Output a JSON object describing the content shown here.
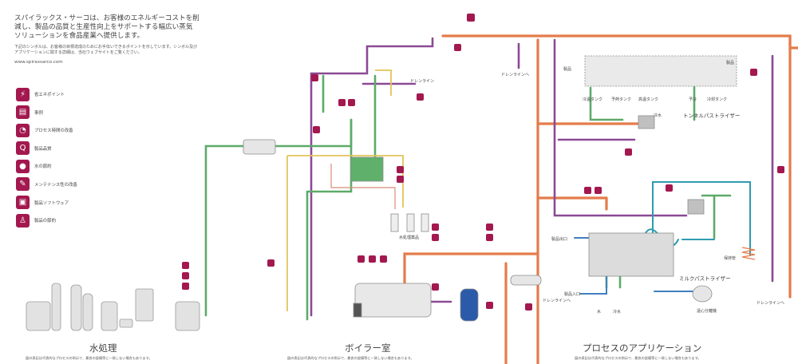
{
  "intro": {
    "headline": "スパイラックス・サーコは、お客様のエネルギーコストを削減し、製品の品質と生産性向上をサポートする幅広い蒸気ソリューションを食品産業へ提供します。",
    "description": "下記のシンボルは、お客様の目標達成のためにお手伝いできるポイントを示しています。シンボル及びアプリケーションに関する詳細は、当社ウェブサイトをご覧ください。",
    "url": "www.spiraxsarco.com"
  },
  "legend": [
    {
      "icon": "energy-saving-icon",
      "glyph": "⚡",
      "label": "省エネポイント"
    },
    {
      "icon": "case-study-icon",
      "glyph": "▤",
      "label": "事例"
    },
    {
      "icon": "process-time-icon",
      "glyph": "◔",
      "label": "プロセス時間の改善"
    },
    {
      "icon": "product-quality-icon",
      "glyph": "Q",
      "label": "製品品質"
    },
    {
      "icon": "water-saving-icon",
      "glyph": "●",
      "label": "水の節約"
    },
    {
      "icon": "maintenance-icon",
      "glyph": "✎",
      "label": "メンテナンス性の改善"
    },
    {
      "icon": "product-software-icon",
      "glyph": "▣",
      "label": "製品ソフトウェア"
    },
    {
      "icon": "product-saving-icon",
      "glyph": "♙",
      "label": "製品の節約"
    }
  ],
  "sections": {
    "water_treatment": {
      "title": "水処理",
      "note": "図の表記は代表的なプロセスの例示で、最良の設備等に一致しない場合もあります。"
    },
    "boiler_room": {
      "title": "ボイラー室",
      "note": "図の表記は代表的なプロセスの例示で、最良の設備等に一致しない場合もあります。"
    },
    "process": {
      "title": "プロセスのアプリケーション",
      "note": "図の表記は代表的なプロセスの例示で、最良の設備等に一致しない場合もあります。"
    }
  },
  "labels": {
    "drain_line": "ドレンライン",
    "drain_to_1": "ドレンラインへ",
    "drain_to_2": "ドレンラインへ",
    "drain_to_3": "ドレンラインへ",
    "product_top": "製品",
    "product_top_right": "製品",
    "cooling_tank": "冷温タンク",
    "preheat_tank": "予熱タンク",
    "high_temp_tank": "高温タンク",
    "cold_water": "冷水",
    "pre_cool": "予冷",
    "cooling_tank_2": "冷却タンク",
    "tunnel_pasteurizer": "トンネルパストライザー",
    "water_treatment_chem": "水処理薬品",
    "product_outlet": "製品出口",
    "product_inlet": "製品入口",
    "holding_tube": "保持管",
    "milk_pasteurizer": "ミルクパストライザー",
    "water": "水",
    "cold_water_2": "冷水",
    "centrifuge": "遠心分離機"
  },
  "colors": {
    "steam": "#e47c4a",
    "condensate": "#8a4a94",
    "feedwater": "#5daa69",
    "cooling": "#2e9bb0",
    "product": "#3f7fc0",
    "gas": "#e2c45a",
    "symbol": "#a3184f"
  }
}
